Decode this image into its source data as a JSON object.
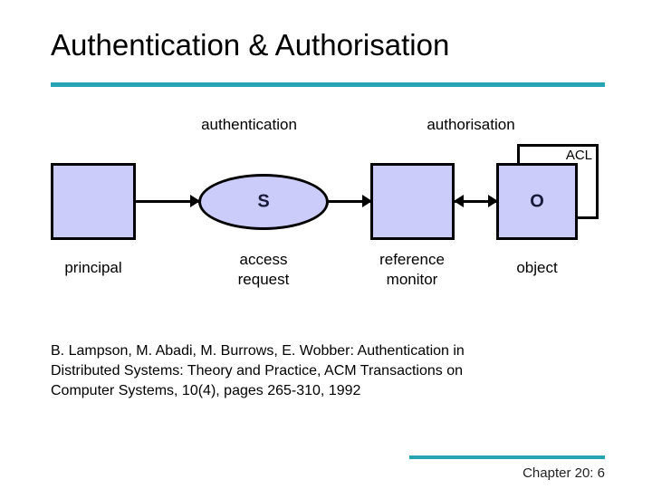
{
  "slide": {
    "title": "Authentication & Authorisation",
    "accent_color": "#27A3B4",
    "node_fill_color": "#CCCCFA",
    "footer": {
      "page_label": "Chapter 20: 6"
    }
  },
  "diagram": {
    "stage_labels": [
      {
        "id": "authentication",
        "text": "authentication"
      },
      {
        "id": "authorisation",
        "text": "authorisation"
      }
    ],
    "nodes": [
      {
        "id": "principal",
        "glyph": "",
        "caption": "principal"
      },
      {
        "id": "subject",
        "glyph": "S",
        "caption_line1": "access",
        "caption_line2": "request"
      },
      {
        "id": "reference-monitor",
        "glyph": "",
        "caption_line1": "reference",
        "caption_line2": "monitor"
      },
      {
        "id": "object",
        "glyph": "O",
        "caption": "object"
      },
      {
        "id": "acl",
        "label": "ACL"
      }
    ]
  },
  "citation": {
    "line1": "B. Lampson, M. Abadi, M. Burrows, E. Wobber: Authentication in",
    "line2": "Distributed Systems: Theory and Practice, ACM Transactions on",
    "line3": "Computer Systems, 10(4), pages 265-310, 1992"
  }
}
